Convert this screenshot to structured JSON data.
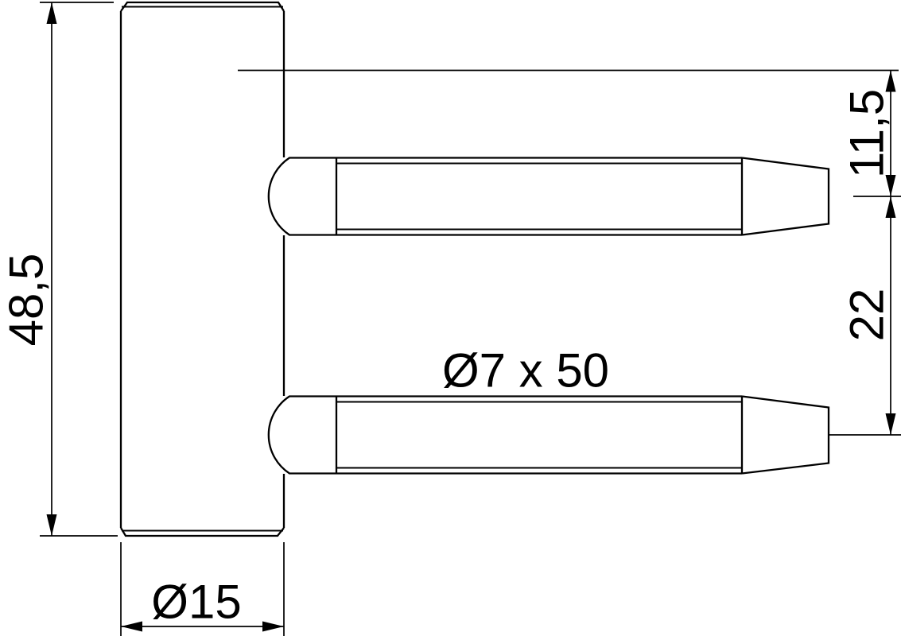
{
  "drawing": {
    "type": "technical-dimension-drawing",
    "subject": "hinge body with two threaded pins, side view",
    "background_color": "#ffffff",
    "line_color": "#000000",
    "dimensions": {
      "total_height": "48,5",
      "body_diameter": "Ø15",
      "pin_spec": "Ø7 x 50",
      "top_offset": "11,5",
      "pin_spacing": "22"
    }
  }
}
